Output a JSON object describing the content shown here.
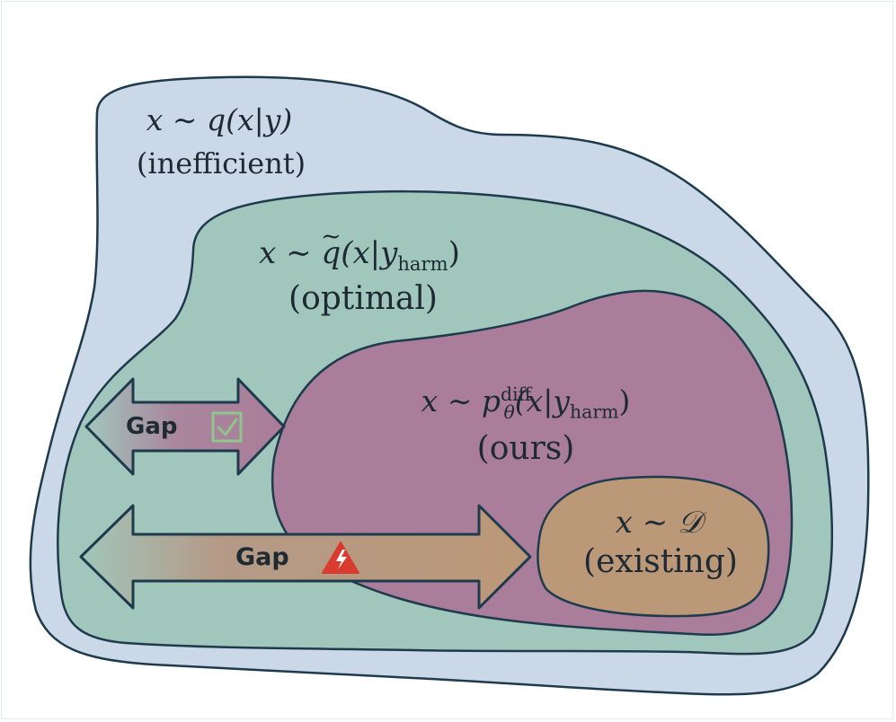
{
  "regions": {
    "inefficient": {
      "var": "x",
      "rel": "∼",
      "dist": "q(x|y)",
      "note": "(inefficient)",
      "fill": "#cad8e7"
    },
    "optimal": {
      "var": "x",
      "rel": "∼",
      "dist_head": "q",
      "dist_open": "(x|y",
      "dist_sub": "harm",
      "dist_close": ")",
      "note": "(optimal)",
      "fill": "#a1c6bb"
    },
    "ours": {
      "var": "x",
      "rel": "∼",
      "dist_head": "p",
      "dist_sup": "diff",
      "dist_sub": "θ",
      "dist_open": "(x|y",
      "dist_sub2": "harm",
      "dist_close": ")",
      "note": "(ours)",
      "fill": "#aa7d9a"
    },
    "existing": {
      "var": "x",
      "rel": "∼",
      "dist": "𝒟",
      "note": "(existing)",
      "fill": "#bb9877"
    }
  },
  "arrows": {
    "upper_gap": {
      "label": "Gap",
      "icon": "check-box-icon",
      "icon_color": "#8fc78a"
    },
    "lower_gap": {
      "label": "Gap",
      "icon": "warning-bolt-icon",
      "icon_color": "#d93c2f"
    }
  },
  "colors": {
    "outline": "#1e3b4d",
    "text": "#1e2a33"
  }
}
